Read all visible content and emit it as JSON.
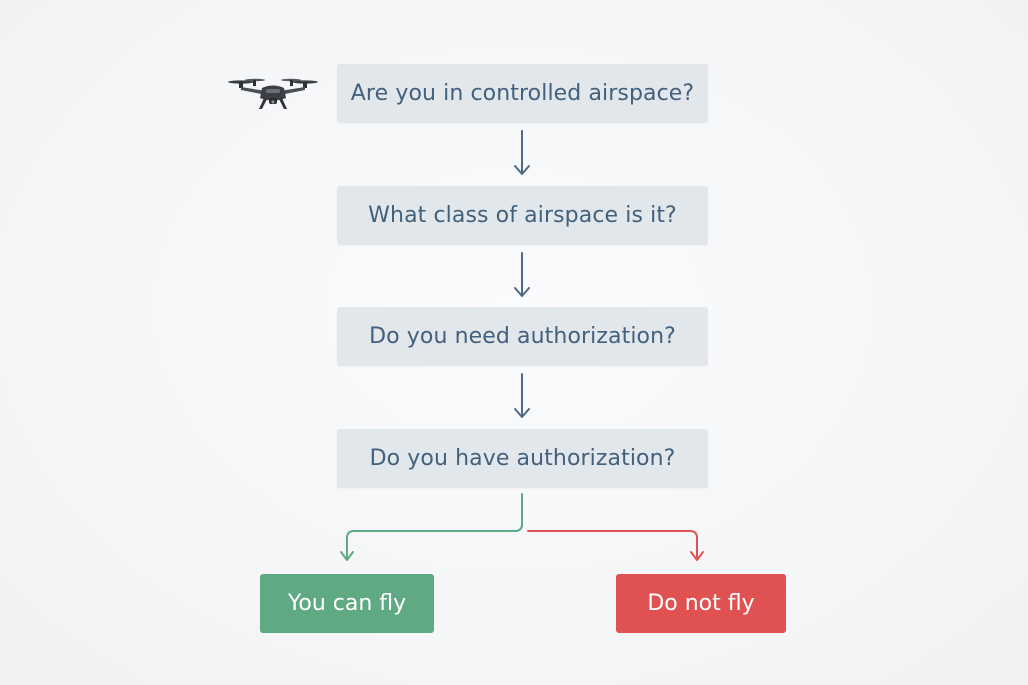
{
  "flow": {
    "steps": [
      "Are you in controlled airspace?",
      "What class of airspace is it?",
      "Do you need authorization?",
      "Do you have authorization?"
    ],
    "outcome_yes": "You can fly",
    "outcome_no": "Do not fly"
  },
  "icons": {
    "drone": "drone-icon",
    "arrow": "down-arrow-icon"
  },
  "colors": {
    "step_bg": "#e2e7ec",
    "step_text": "#43607c",
    "arrow": "#4f6a86",
    "yes": "#5faa82",
    "no": "#e05252"
  }
}
